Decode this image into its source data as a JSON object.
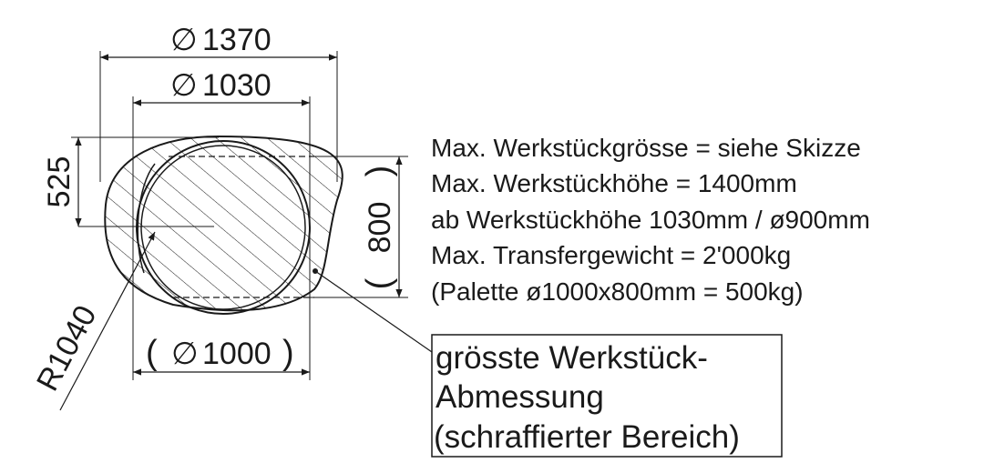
{
  "dimensions": {
    "outer_diameter": "1370",
    "inner_diameter": "1030",
    "pallet_diameter": "1000",
    "height_half": "525",
    "height_ref": "800",
    "radius": "R1040",
    "diameter_symbol": "∅"
  },
  "notes": [
    "Max. Werkstückgrösse = siehe Skizze",
    "Max. Werkstückhöhe = 1400mm",
    "ab Werkstückhöhe 1030mm / ø900mm",
    "Max. Transfergewicht = 2'000kg",
    "(Palette ø1000x800mm = 500kg)"
  ],
  "callout": {
    "lines": [
      "grösste Werkstück-",
      "Abmessung",
      "(schraffierter Bereich)"
    ]
  },
  "colors": {
    "line": "#1a1a1a",
    "background": "#ffffff"
  }
}
